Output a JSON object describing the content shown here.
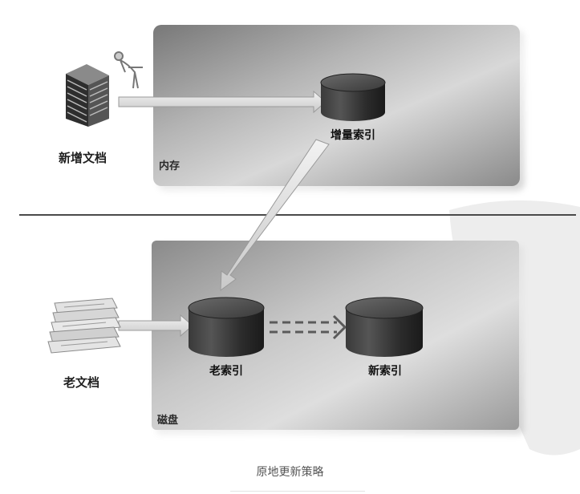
{
  "labels": {
    "new_docs": "新增文档",
    "old_docs": "老文档",
    "memory_region": "内存",
    "disk_region": "磁盘",
    "incremental_index": "增量索引",
    "old_index": "老索引",
    "new_index": "新索引"
  },
  "caption": "原地更新策略"
}
